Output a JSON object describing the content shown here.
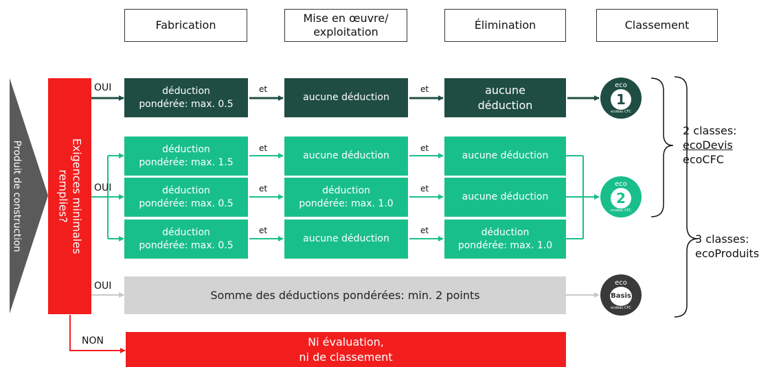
{
  "headers": {
    "fabrication": "Fabrication",
    "mise_en_oeuvre_1": "Mise en œuvre/",
    "mise_en_oeuvre_2": "exploitation",
    "elimination": "Élimination",
    "classement": "Classement"
  },
  "left": {
    "produit": "Produit de construction",
    "exigences_1": "Exigences minimales",
    "exigences_2": "remplies?"
  },
  "connectors": {
    "oui": "OUI",
    "non": "NON",
    "et": "et"
  },
  "row1": {
    "fab_1": "déduction",
    "fab_2": "pondérée: max. 0.5",
    "mise": "aucune déduction",
    "elim_1": "aucune",
    "elim_2": "déduction",
    "badge_top": "eco",
    "badge_num": "1",
    "badge_bottom": "ecobau CFC"
  },
  "row2": {
    "fab_1": "déduction",
    "fab_2": "pondérée: max. 1.5",
    "mise": "aucune déduction",
    "elim": "aucune déduction"
  },
  "row3": {
    "fab_1": "déduction",
    "fab_2": "pondérée: max. 0.5",
    "mise_1": "déduction",
    "mise_2": "pondérée: max. 1.0",
    "elim": "aucune déduction",
    "badge_top": "eco",
    "badge_num": "2",
    "badge_bottom": "ecobau CFC"
  },
  "row4": {
    "fab_1": "déduction",
    "fab_2": "pondérée: max. 0.5",
    "mise": "aucune déduction",
    "elim_1": "déduction",
    "elim_2": "pondérée: max. 1.0"
  },
  "basis": {
    "text": "Somme des déductions pondérées: min. 2 points",
    "badge_top": "eco",
    "badge_mid": "Basis",
    "badge_bottom": "ecobau CFC"
  },
  "non_box": {
    "line1": "Ni évaluation,",
    "line2": "ni de classement"
  },
  "classes": {
    "two_1": "2  classes:",
    "two_2": "ecoDevis",
    "two_3": "ecoCFC",
    "three_1": "3 classes:",
    "three_2": "ecoProduits"
  },
  "colors": {
    "dark_green": "#1f4d43",
    "green": "#19bf8a",
    "grey": "#d3d3d3",
    "red": "#f21e1e",
    "arrow_grey": "#5a5a5a"
  }
}
